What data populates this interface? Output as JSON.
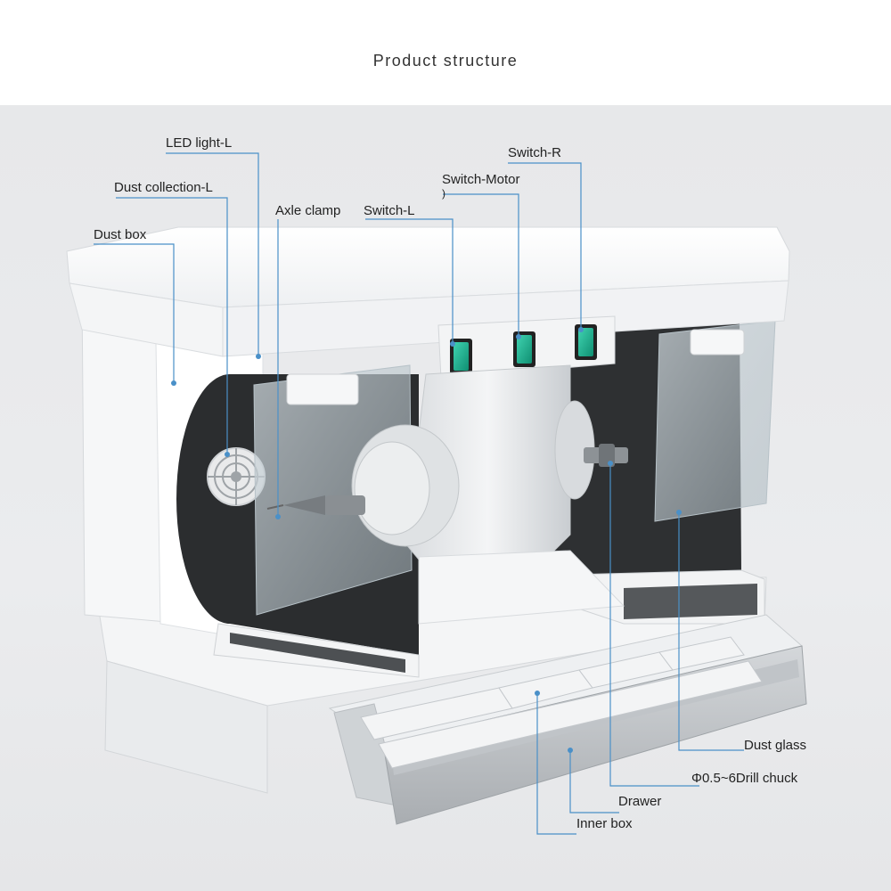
{
  "title": "Product structure",
  "callouts": {
    "led_light_l": "LED light-L",
    "dust_collection_l": "Dust collection-L",
    "dust_box": "Dust box",
    "axle_clamp": "Axle clamp",
    "switch_l": "Switch-L",
    "switch_motor": "Switch-Motor",
    "switch_motor_mark": ")",
    "switch_r": "Switch-R",
    "dust_glass": "Dust glass",
    "drill_chuck": "Φ0.5~6Drill chuck",
    "drawer": "Drawer",
    "inner_box": "Inner box"
  },
  "colors": {
    "leader_line": "#4a90c8",
    "switch": "#1aa98a",
    "body": "#f7f8f9"
  }
}
